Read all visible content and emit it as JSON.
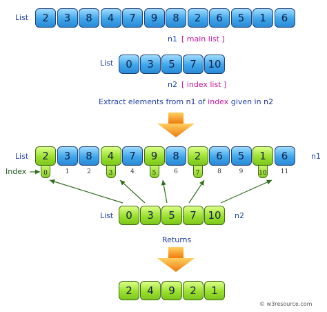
{
  "list_label": "List",
  "n1": {
    "label": "n1",
    "caption": "[ main list ]",
    "values": [
      2,
      3,
      8,
      4,
      7,
      9,
      8,
      2,
      6,
      5,
      1,
      6
    ]
  },
  "n2": {
    "label": "n2",
    "caption": "[ index list ]",
    "values": [
      0,
      3,
      5,
      7,
      10
    ]
  },
  "extract_text": {
    "a": "Extract elements from ",
    "b": "n1",
    "c": " of ",
    "d": "index",
    "e": " given in ",
    "f": "n2"
  },
  "index_label": "Index",
  "indices": [
    0,
    1,
    2,
    3,
    4,
    5,
    6,
    7,
    8,
    9,
    10,
    11
  ],
  "returns_label": "Returns",
  "result": [
    2,
    4,
    9,
    2,
    1
  ],
  "watermark": "© w3resource.com",
  "colors": {
    "blue_cell": "#3fa6ea",
    "green_cell": "#9be02e",
    "arrow": "#f08a10",
    "text": "#1f3fa8",
    "magenta": "#c0169a"
  }
}
